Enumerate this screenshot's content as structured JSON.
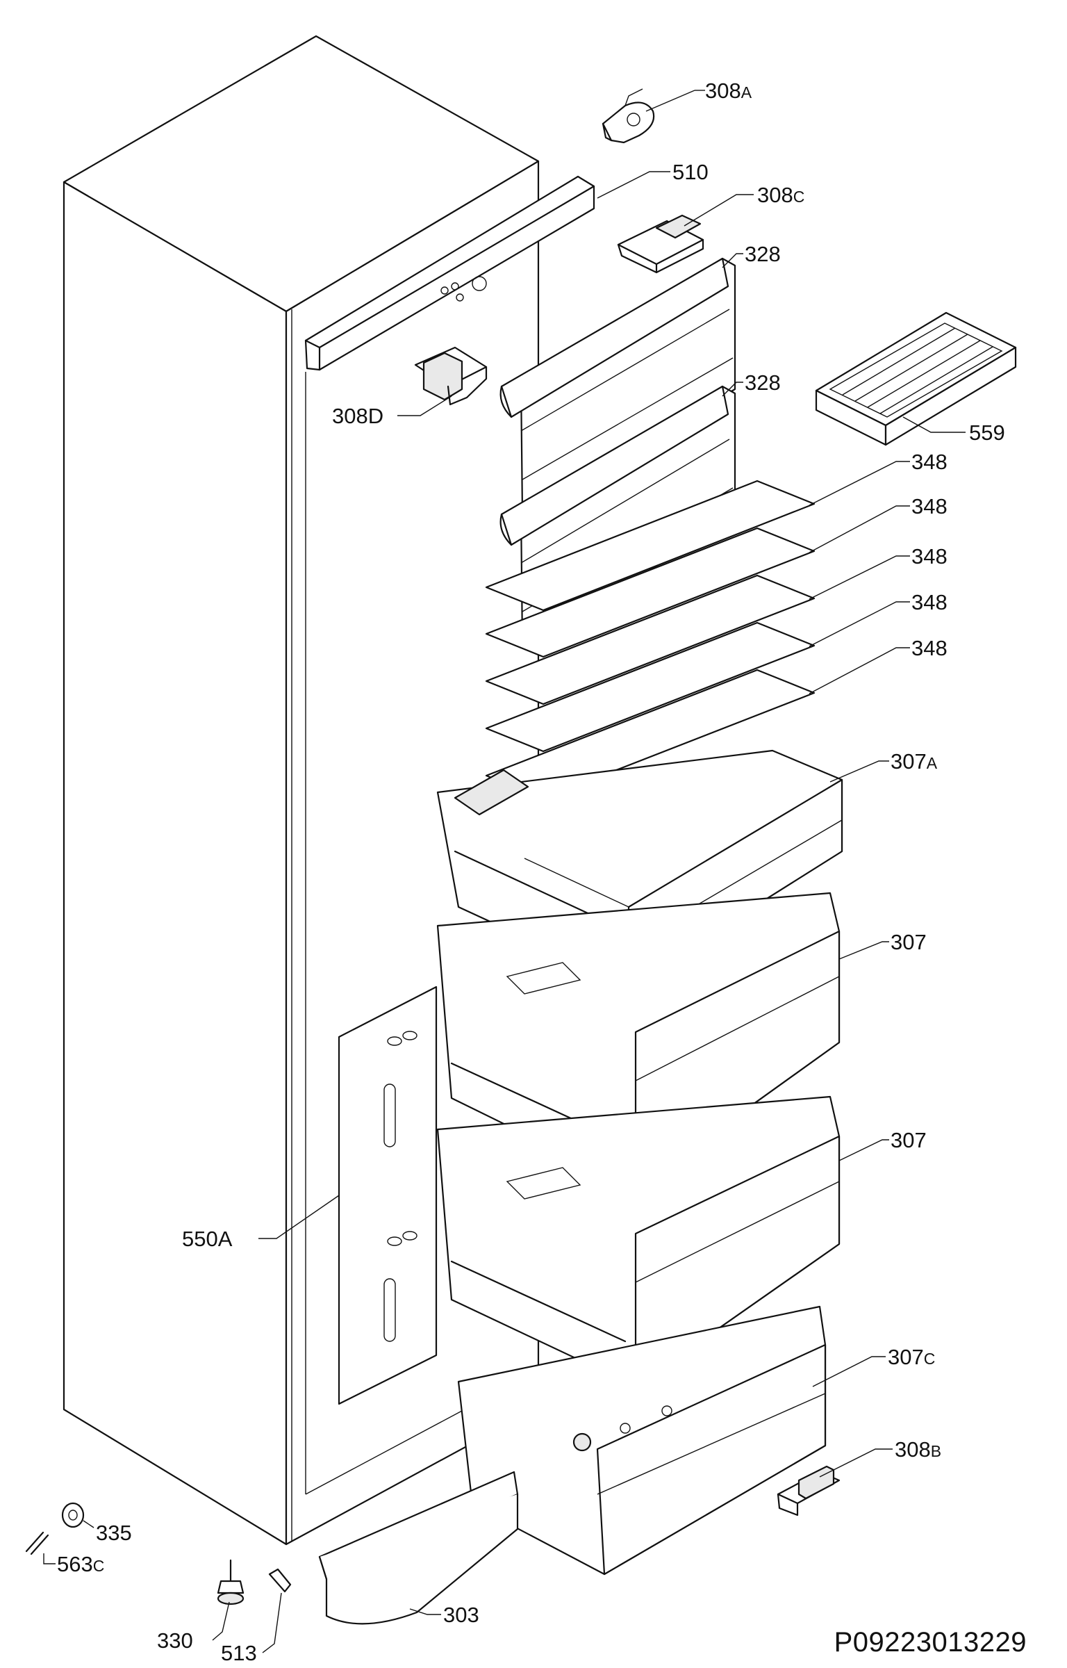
{
  "document_id": "P09223013229",
  "labels": [
    {
      "id": "308a",
      "num": "308",
      "sfx": "A"
    },
    {
      "id": "510",
      "num": "510",
      "sfx": ""
    },
    {
      "id": "308c",
      "num": "308",
      "sfx": "C"
    },
    {
      "id": "328-top",
      "num": "328",
      "sfx": ""
    },
    {
      "id": "308d",
      "num": "308D",
      "sfx": ""
    },
    {
      "id": "328-bottom",
      "num": "328",
      "sfx": ""
    },
    {
      "id": "559",
      "num": "559",
      "sfx": ""
    },
    {
      "id": "348-1",
      "num": "348",
      "sfx": ""
    },
    {
      "id": "348-2",
      "num": "348",
      "sfx": ""
    },
    {
      "id": "348-3",
      "num": "348",
      "sfx": ""
    },
    {
      "id": "348-4",
      "num": "348",
      "sfx": ""
    },
    {
      "id": "348-5",
      "num": "348",
      "sfx": ""
    },
    {
      "id": "307a",
      "num": "307",
      "sfx": "A"
    },
    {
      "id": "307-1",
      "num": "307",
      "sfx": ""
    },
    {
      "id": "307-2",
      "num": "307",
      "sfx": ""
    },
    {
      "id": "550a",
      "num": "550A",
      "sfx": ""
    },
    {
      "id": "307c",
      "num": "307",
      "sfx": "C"
    },
    {
      "id": "308b",
      "num": "308",
      "sfx": "B"
    },
    {
      "id": "335",
      "num": "335",
      "sfx": ""
    },
    {
      "id": "563c",
      "num": "563",
      "sfx": "C"
    },
    {
      "id": "303",
      "num": "303",
      "sfx": ""
    },
    {
      "id": "330",
      "num": "330",
      "sfx": ""
    },
    {
      "id": "513",
      "num": "513",
      "sfx": ""
    }
  ]
}
